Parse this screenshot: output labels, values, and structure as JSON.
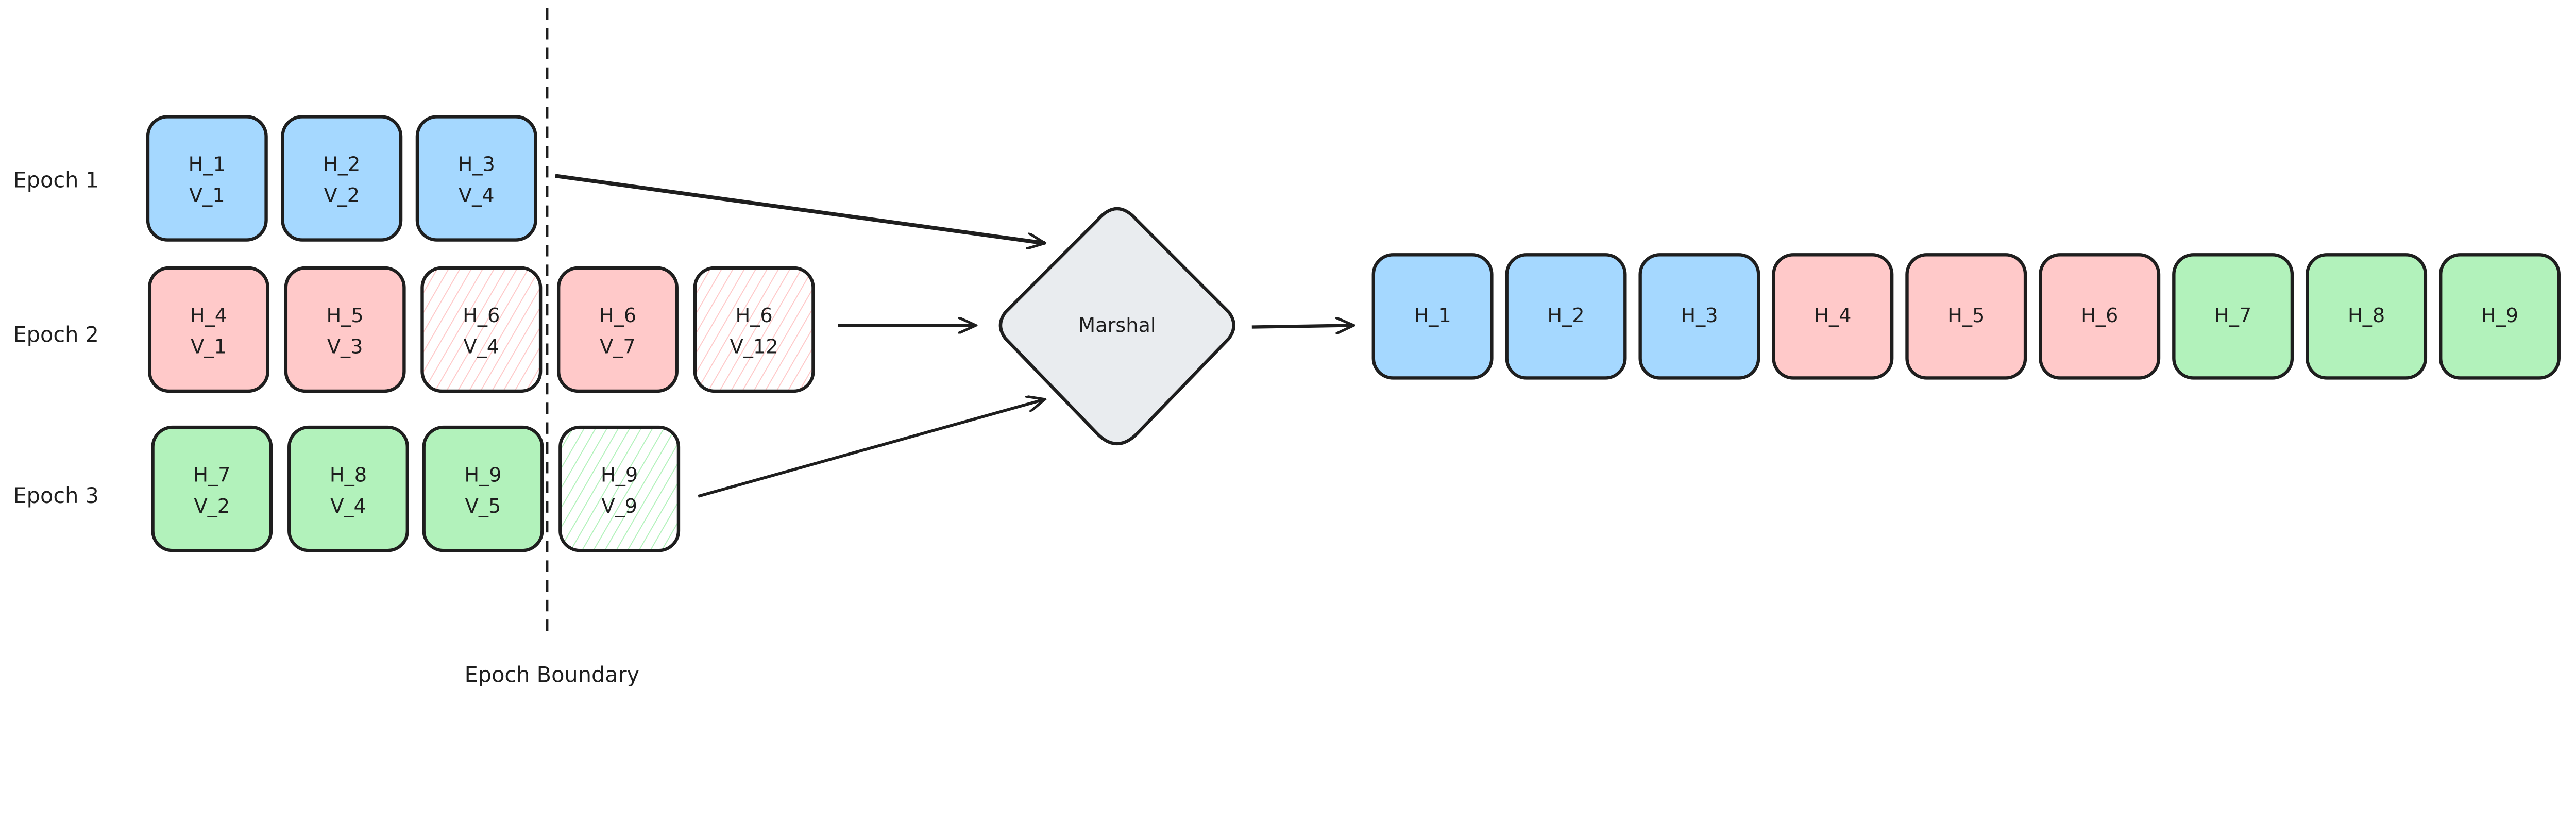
{
  "colors": {
    "blue": "#a5d8ff",
    "red": "#ffc9c9",
    "green": "#b2f2bb",
    "diamond": "#e9ecef",
    "stroke": "#1e1e1e"
  },
  "epochs": [
    {
      "label": "Epoch 1",
      "color": "blue",
      "cells": [
        {
          "h": "H_1",
          "v": "V_1",
          "hatched": false
        },
        {
          "h": "H_2",
          "v": "V_2",
          "hatched": false
        },
        {
          "h": "H_3",
          "v": "V_4",
          "hatched": false
        }
      ]
    },
    {
      "label": "Epoch 2",
      "color": "red",
      "cells": [
        {
          "h": "H_4",
          "v": "V_1",
          "hatched": false
        },
        {
          "h": "H_5",
          "v": "V_3",
          "hatched": false
        },
        {
          "h": "H_6",
          "v": "V_4",
          "hatched": true
        },
        {
          "h": "H_6",
          "v": "V_7",
          "hatched": false
        },
        {
          "h": "H_6",
          "v": "V_12",
          "hatched": true
        }
      ]
    },
    {
      "label": "Epoch 3",
      "color": "green",
      "cells": [
        {
          "h": "H_7",
          "v": "V_2",
          "hatched": false
        },
        {
          "h": "H_8",
          "v": "V_4",
          "hatched": false
        },
        {
          "h": "H_9",
          "v": "V_5",
          "hatched": false
        },
        {
          "h": "H_9",
          "v": "V_9",
          "hatched": true
        }
      ]
    }
  ],
  "boundary_label": "Epoch Boundary",
  "marshal_label": "Marshal",
  "output": [
    {
      "label": "H_1",
      "color": "blue"
    },
    {
      "label": "H_2",
      "color": "blue"
    },
    {
      "label": "H_3",
      "color": "blue"
    },
    {
      "label": "H_4",
      "color": "red"
    },
    {
      "label": "H_5",
      "color": "red"
    },
    {
      "label": "H_6",
      "color": "red"
    },
    {
      "label": "H_7",
      "color": "green"
    },
    {
      "label": "H_8",
      "color": "green"
    },
    {
      "label": "H_9",
      "color": "green"
    }
  ]
}
